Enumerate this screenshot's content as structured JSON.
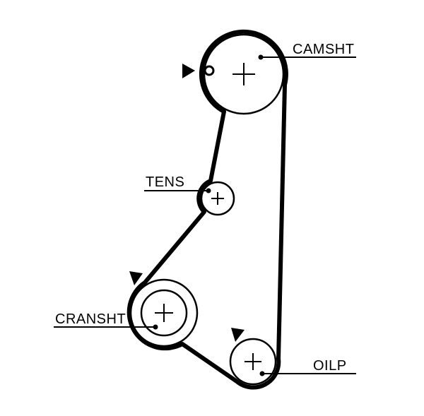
{
  "diagram": {
    "type": "timing-belt-routing",
    "background_color": "#ffffff",
    "line_color": "#000000",
    "labels": {
      "camshaft": "CAMSHT",
      "tensioner": "TENS",
      "crankshaft": "CRANSHT",
      "oil_pump": "OILP"
    },
    "icons": {
      "camshaft_marker": "right-arrow-icon",
      "crankshaft_marker": "down-right-arrow-icon",
      "oil_pump_marker": "down-right-arrow-icon",
      "timing_mark": "small-circle-icon",
      "pulley_center": "plus-cross-icon"
    }
  }
}
